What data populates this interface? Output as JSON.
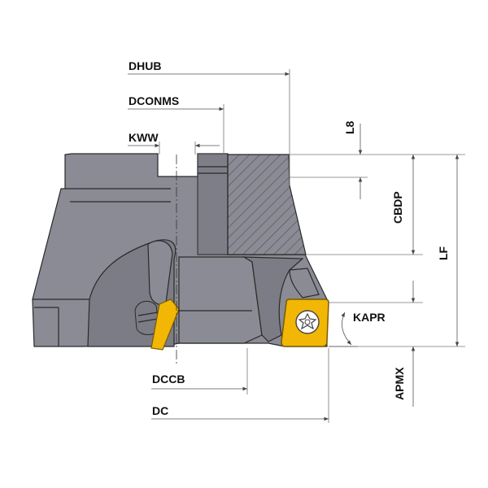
{
  "labels": {
    "dhub": "DHUB",
    "dconms": "DCONMS",
    "kww": "KWW",
    "l8": "L8",
    "cbdp": "CBDP",
    "lf": "LF",
    "kapr": "KAPR",
    "dccb": "DCCB",
    "dc": "DC",
    "apmx": "APMX"
  },
  "colors": {
    "body": "#8a8b94",
    "body_dark": "#6f7079",
    "section_hatch": "#5a5b63",
    "insert": "#f2b705",
    "insert_edge": "#7a5c00",
    "dim_line": "#555555"
  },
  "icons": {
    "screw": "torx-screw-icon",
    "arrow": "dimension-arrow-icon"
  }
}
